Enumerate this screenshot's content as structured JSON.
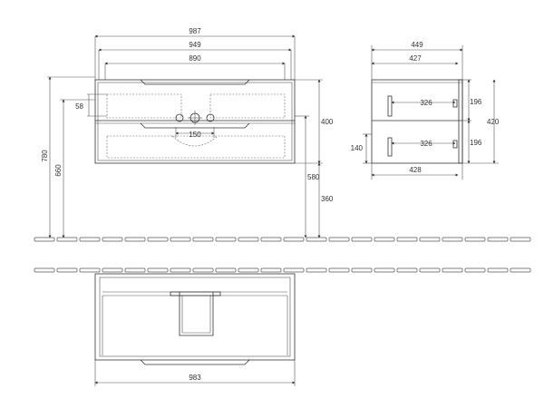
{
  "front_view": {
    "width_total": "987",
    "width_top": "949",
    "width_inner": "890",
    "height_total": "780",
    "height_floor": "660",
    "drawer_offset": "58",
    "siphon_width": "150",
    "body_height": "400",
    "floor_to_bottom": "580",
    "floor_clearance": "360"
  },
  "side_view": {
    "depth_total": "449",
    "depth_inner": "427",
    "drawer_depth_top": "326",
    "drawer_depth_bottom": "326",
    "depth_base": "428",
    "height_top": "196",
    "height_bottom": "196",
    "height_total": "420",
    "handle_height": "140"
  },
  "plan_view": {
    "width": "983"
  }
}
